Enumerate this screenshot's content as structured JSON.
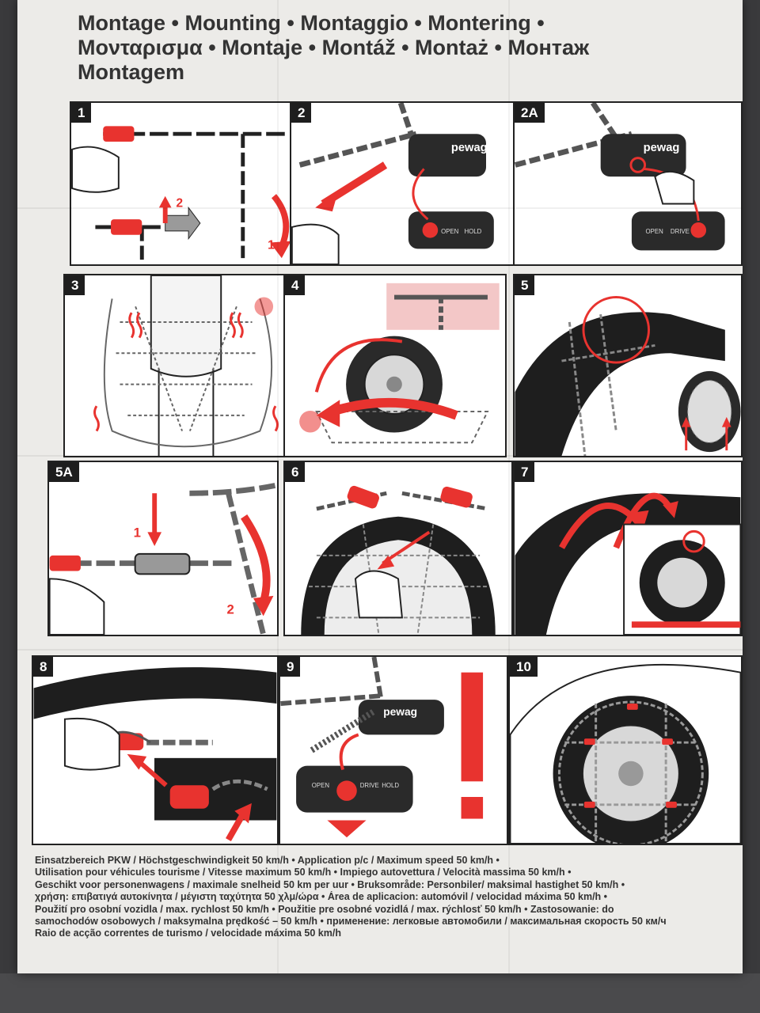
{
  "title": {
    "line1": "Montage • Mounting • Montaggio • Montering •",
    "line2": "Μονταρισμα • Montaje • Montáž • Montaż • Монтаж",
    "line3": "Montagem"
  },
  "brand": "pewag",
  "device_labels": {
    "open": "OPEN",
    "drive": "DRIVE",
    "hold": "HOLD"
  },
  "panels": [
    {
      "label": "1",
      "arrow_numbers": [
        "2",
        "1"
      ]
    },
    {
      "label": "2"
    },
    {
      "label": "2A"
    },
    {
      "label": "3"
    },
    {
      "label": "4"
    },
    {
      "label": "5"
    },
    {
      "label": "5A",
      "arrow_numbers": [
        "1",
        "2"
      ]
    },
    {
      "label": "6"
    },
    {
      "label": "7"
    },
    {
      "label": "8"
    },
    {
      "label": "9"
    },
    {
      "label": "10"
    }
  ],
  "colors": {
    "accent": "#e8332f",
    "ink": "#1e1e1e",
    "paper": "#ecebe8"
  },
  "footer": [
    "Einsatzbereich PKW / Höchstgeschwindigkeit 50 km/h • Application p/c / Maximum speed 50 km/h •",
    "Utilisation pour véhicules tourisme / Vitesse maximum 50 km/h • Impiego autovettura / Velocità massima 50 km/h •",
    "Geschikt voor personenwagens / maximale snelheid 50 km per uur • Bruksområde: Personbiler/ maksimal hastighet 50 km/h •",
    "χρήση: επιβατιγά αυτοκίνητα / μέγιστη ταχύτητα 50 χλμ/ώρα • Área de aplicacion: automóvil / velocidad máxima 50 km/h •",
    "Použití pro osobní vozidla / max. rychlost 50 km/h • Použitie pre osobné vozidlá / max. rýchlosť 50 km/h • Zastosowanie: do",
    "samochodów osobowych / maksymalna prędkość – 50 km/h • применение: легковые автомобили / максимальная скорость 50 км/ч",
    "Raio de acção correntes de turismo / velocidade máxima 50 km/h"
  ]
}
